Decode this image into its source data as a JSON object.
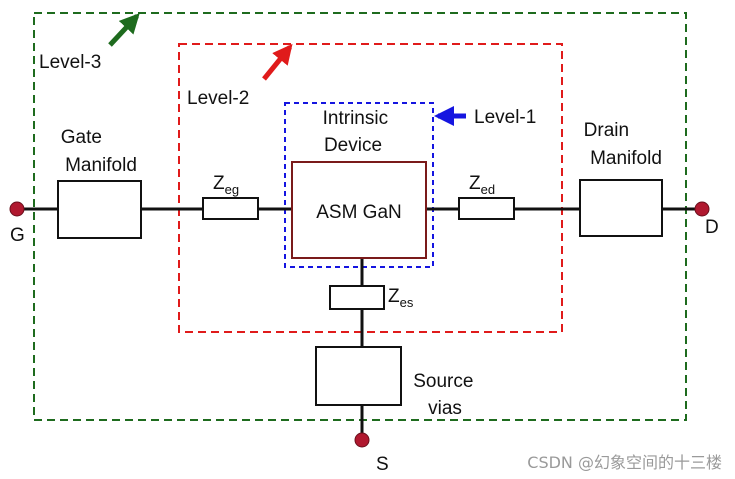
{
  "levels": {
    "level3": {
      "label": "Level-3",
      "color": "#1e6b1e"
    },
    "level2": {
      "label": "Level-2",
      "color": "#e01b1b"
    },
    "level1": {
      "label": "Level-1",
      "color": "#1515e0"
    }
  },
  "intrinsic": {
    "line1": "Intrinsic",
    "line2": "Device"
  },
  "core": {
    "label": "ASM GaN",
    "border_color": "#7a1a1a"
  },
  "gate_manifold": {
    "line1": "Gate",
    "line2": "Manifold"
  },
  "drain_manifold": {
    "line1": "Drain",
    "line2": "Manifold"
  },
  "source_vias": {
    "line1": "Source",
    "line2": "vias"
  },
  "impedances": {
    "zeg": {
      "main": "Z",
      "sub": "eg"
    },
    "zed": {
      "main": "Z",
      "sub": "ed"
    },
    "zes": {
      "main": "Z",
      "sub": "es"
    }
  },
  "terminals": {
    "gate": "G",
    "drain": "D",
    "source": "S",
    "color": "#b0182f"
  },
  "watermark": "CSDN @幻象空间的十三楼"
}
